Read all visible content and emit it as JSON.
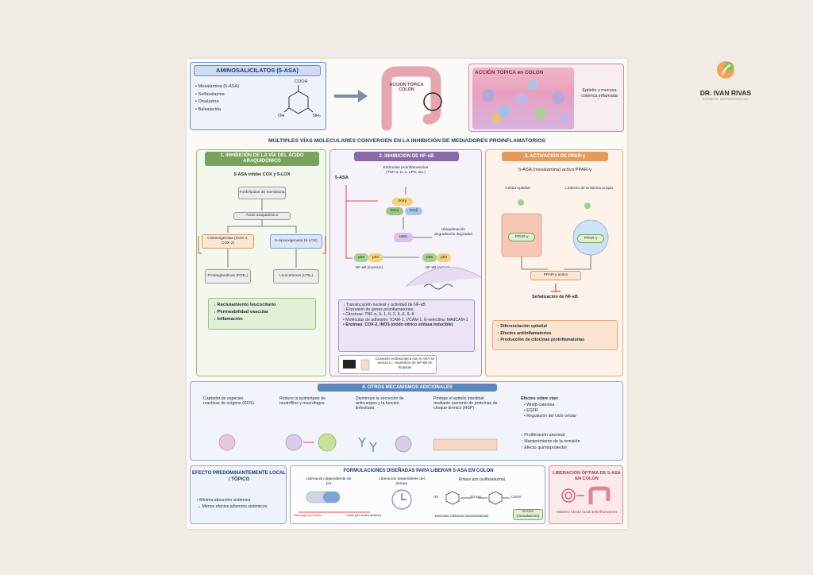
{
  "logo": {
    "name": "DR. IVAN RIVAS",
    "tagline": "INTERNISTA · GASTROENTERÓLOGO"
  },
  "top": {
    "title": "AMINOSALICILATOS (5-ASA)",
    "drugs": [
      "• Mesalamina (5-ASA)",
      "• Sulfasalazina",
      "• Olsalazina",
      "• Balsalazida"
    ],
    "cooh": "COOH",
    "oh": "OH",
    "nh2": "NH₂",
    "colon_label": "ACCIÓN TÓPICA\nCOLON",
    "zoom_label": "ACCIÓN TÓPICA en COLON",
    "epit_label": "Epitelio y mucosa colónica inflamada"
  },
  "main_title": "MÚLTIPLES VÍAS MOLECULARES CONVERGEN EN LA INHIBICIÓN DE MEDIADORES PROINFLAMATORIOS",
  "p1": {
    "title": "1. INHIBICIÓN DE LA VÍA DEL ÁCIDO ARAQUIDÓNICO",
    "subtitle": "5-ASA inhibe COX y 5-LOX",
    "fosfo": "Fosfolípidos de membrana",
    "acido": "Ácido araquidónico",
    "cox": "Ciclooxigenasa (COX-1, COX-2)",
    "lox": "5-Lipooxigenasa (5-LOX)",
    "pge": "Prostaglandinas (PGE₂)",
    "ltb": "Leucotrienos (LTB₄)",
    "effects": [
      "↓ Reclutamiento leucocitario",
      "↓ Permeabilidad vascular",
      "↓ Inflamación"
    ]
  },
  "p2": {
    "title": "2. INHIBICIÓN DE NF-κB",
    "asa": "5-ASA",
    "estimulos": "Estímulos proinflamatorios (TNF-α, IL-1, LPS, etc.)",
    "ikkg": "IKKγ",
    "ikka": "IKKα",
    "ikkb": "IKKβ",
    "ikb": "IκBα",
    "ubiq": "Ubiquitinación degradación degradad",
    "p65": "p65",
    "p50": "p50",
    "nfkb_in": "NF-κB (inactivo)",
    "nfkb_act": "NF-κB (activo)",
    "effects": [
      "↓ Translocación nuclear y actividad de NF-κB",
      "↓ Expresión de genes proinflamatorios:",
      "• Citocinas: TNF-α, IL-1, IL-2, IL-6, IL-8",
      "• Moléculas de adhesión: ICAM-1, VCAM-1, E-selectina, MAdCAM-1",
      "• Enzimas: COX-2, iNOS (óxido nítrico sintasa inducible)"
    ],
    "endo": "Curación endoscópica con 5-ASA se asocia a ↓ expresión de NF-κB en biopsias"
  },
  "p3": {
    "title": "3. ACTIVACIÓN DE PPAR-γ",
    "subtitle": "5-ASA (mesalamina) activa PPAR-γ",
    "cell1": "Célula epitelial",
    "cell2": "Linfocito de la lámina propia",
    "ppar": "PPAR-γ",
    "activo": "PPAR-γ activo",
    "senal": "Señalización de NF-κB",
    "effects": [
      "↑ Diferenciación epitelial",
      "↑ Efectos antiinflamatorios",
      "↓ Producción de citocinas proinflamatorias"
    ]
  },
  "p4": {
    "title": "4. OTROS MECANISMOS ADICIONALES",
    "items": [
      "Captador de especies reactivas de oxígeno (ROS)",
      "Reduce la quimiotaxis de neutrófilos y macrófagos",
      "Disminuye la secreción de anticuerpos y la función linfocitaria",
      "Protege el epitelio intestinal mediante aumento de proteínas de choque térmico (HSP)"
    ],
    "vias_title": "Efectos sobre vías:",
    "vias": [
      "• Wnt/β-catenina",
      "• EGFR",
      "• Regulación del ciclo celular"
    ],
    "vias_eff": [
      "↓ Proliferación anormal",
      "↑ Mantenimiento de la remisión",
      "↑ Efecto quimioprotector"
    ]
  },
  "b1": {
    "title": "EFECTO PREDOMINANTEMENTE LOCAL / TÓPICO",
    "items": [
      "• Mínima absorción sistémica",
      "→ Menos efectos adversos sistémicos"
    ]
  },
  "b2": {
    "title": "FORMULACIONES DISEÑADAS PARA LIBERAR 5-ASA EN COLON",
    "ph": "Liberación dependiente de pH",
    "estomago": "Estómago (pH ácido)",
    "colon": "Colon (pH neutro-alcalino)",
    "tiempo": "Liberación dependiente del tiempo",
    "azo": "Enlace azo (sulfasalazina)",
    "bact": "Bacterias colónicas (azoreductasas)",
    "asa": "5-ASA (mesalamina)",
    "so2": "SO₂NH",
    "cooh": "COOH",
    "ho": "HO"
  },
  "b3": {
    "title": "LIBERACIÓN ÓPTIMA DE 5-ASA EN COLON",
    "effect": "Máximo efecto local antiinflamatorio"
  },
  "colors": {
    "navy": "#1f3b63",
    "green": "#7aa25c",
    "purple": "#8a6aa8",
    "orange": "#e49a5c",
    "blue": "#5f86b8",
    "red": "#c94a55"
  }
}
